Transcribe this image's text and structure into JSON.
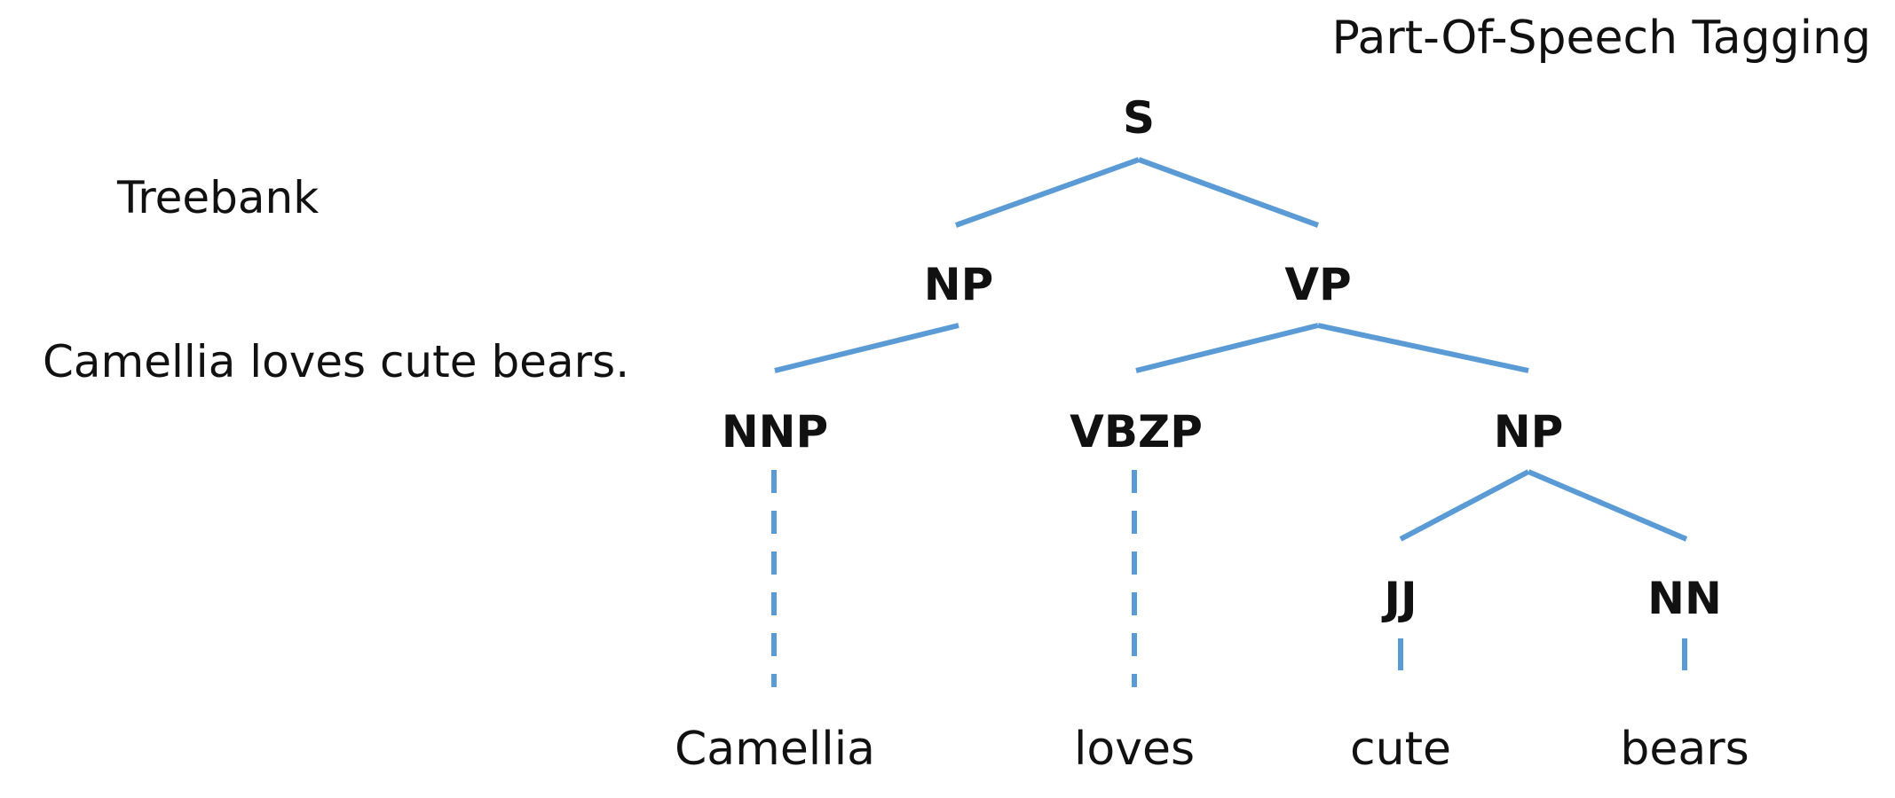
{
  "title": "Part-Of-Speech Tagging",
  "side_labels": {
    "treebank": "Treebank",
    "sentence": "Camellia loves cute bears."
  },
  "tree": {
    "root": "S",
    "subject_np": "NP",
    "vp": "VP",
    "nnp": "NNP",
    "vbzp": "VBZP",
    "object_np": "NP",
    "jj": "JJ",
    "nn": "NN"
  },
  "words": {
    "w1": "Camellia",
    "w2": "loves",
    "w3": "cute",
    "w4": "bears"
  },
  "colors": {
    "edge": "#5b9bd5",
    "text": "#111111"
  }
}
